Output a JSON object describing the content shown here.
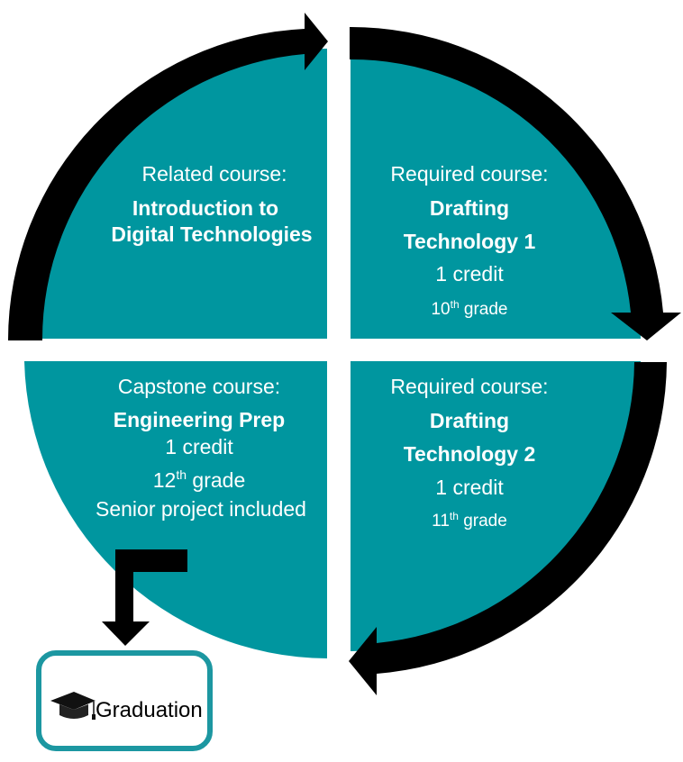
{
  "colors": {
    "quadrant_fill": "#00969f",
    "arrow": "#000000",
    "text": "#ffffff",
    "grad_border": "#1c97a1"
  },
  "quadrants": {
    "top_left": {
      "heading": "Related course:",
      "title_line1": "Introduction to",
      "title_line2": "Digital Technologies"
    },
    "top_right": {
      "heading": "Required course:",
      "title_line1": "Drafting",
      "title_line2": "Technology 1",
      "credit": "1 credit",
      "grade_num": "10",
      "grade_sup": "th",
      "grade_word": "grade"
    },
    "bottom_right": {
      "heading": "Required course:",
      "title_line1": "Drafting",
      "title_line2": "Technology 2",
      "credit": "1 credit",
      "grade_num": "11",
      "grade_sup": "th",
      "grade_word": "grade"
    },
    "bottom_left": {
      "heading": "Capstone course:",
      "title": "Engineering Prep",
      "credit": "1 credit",
      "grade_num": "12",
      "grade_sup": "th",
      "grade_word": "grade",
      "note": "Senior project included"
    }
  },
  "graduation": {
    "label": "Graduation",
    "icon": "graduation-cap-icon"
  }
}
